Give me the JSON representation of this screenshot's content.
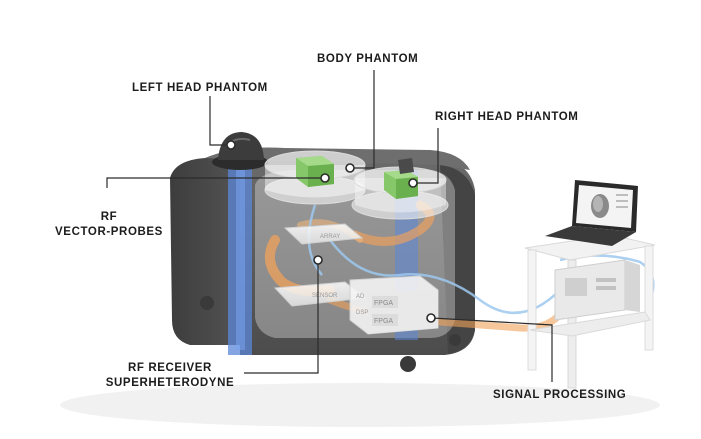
{
  "labels": {
    "left_head_phantom": "LEFT HEAD PHANTOM",
    "body_phantom": "BODY PHANTOM",
    "right_head_phantom": "RIGHT HEAD PHANTOM",
    "rf_vector_probes_line1": "RF",
    "rf_vector_probes_line2": "VECTOR-PROBES",
    "rf_receiver_line1": "RF RECEIVER",
    "rf_receiver_line2": "SUPERHETERODYNE",
    "signal_processing": "SIGNAL PROCESSING"
  },
  "device_text": {
    "board_upper": "ARRAY",
    "board_lower": "SENSOR",
    "fpga_1": "FPGA",
    "fpga_2": "FPGA",
    "small_1": "AD",
    "small_2": "DSP"
  },
  "colors": {
    "machine_body": "#5e5e5e",
    "machine_dark": "#4a4a4a",
    "blue_band": "#5b86d8",
    "signal_orange": "#f2a25a",
    "phantom_green": "#86c76a",
    "leader_line": "#2b2b2b",
    "label_text": "#1c1c1c"
  }
}
